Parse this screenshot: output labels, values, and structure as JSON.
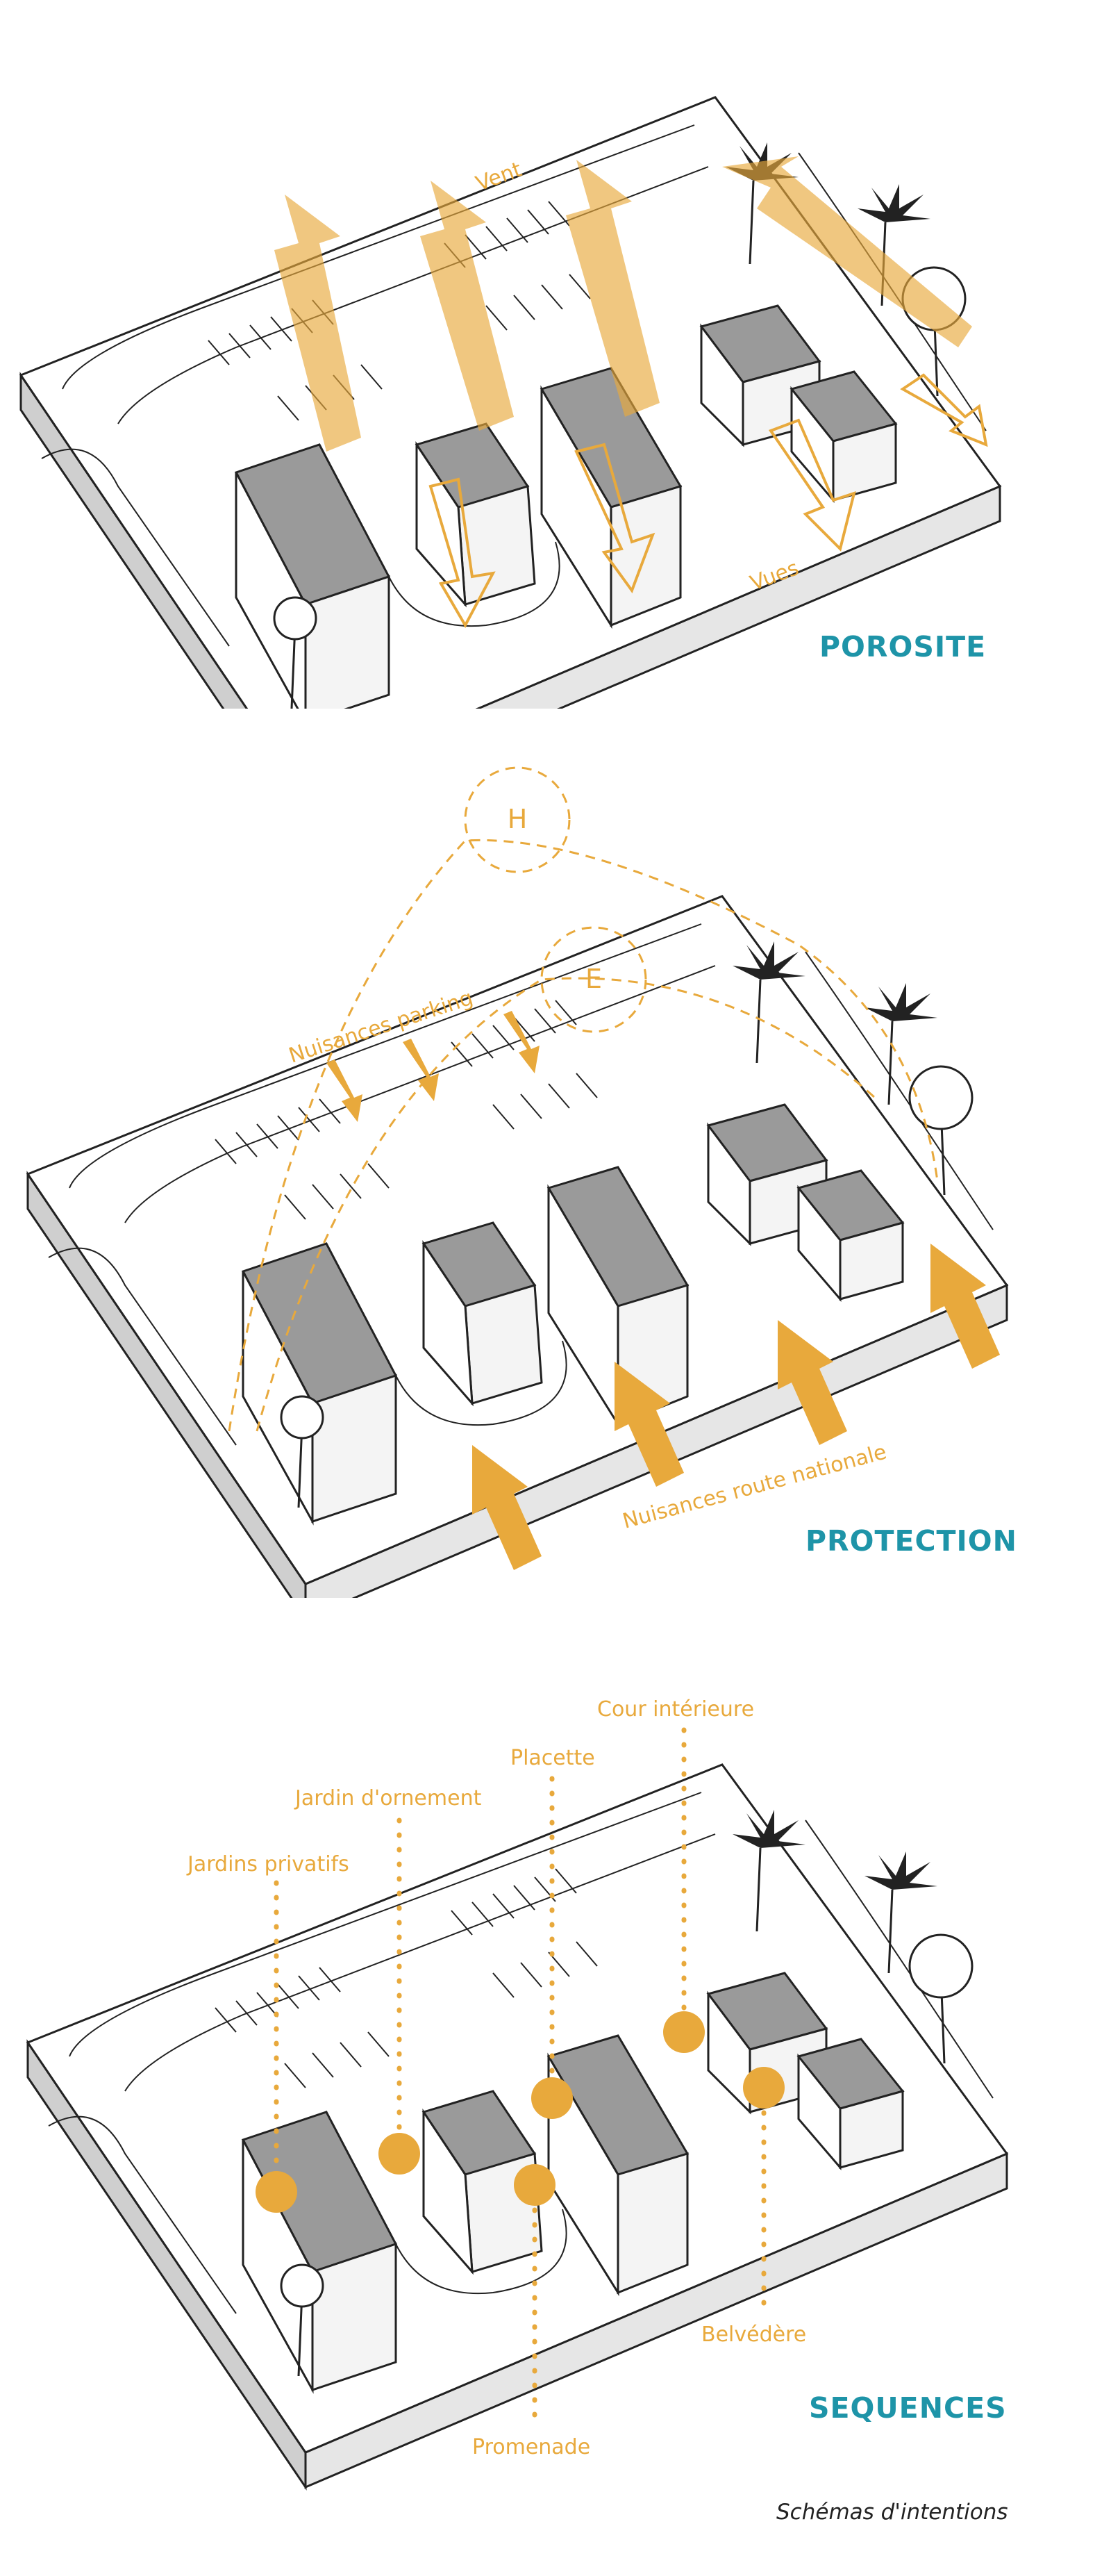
{
  "colors": {
    "accent": "#e8a93c",
    "title": "#1e94a8",
    "ink": "#222222",
    "roof": "#9a9a9a"
  },
  "panels": [
    {
      "title": "POROSITE",
      "labels": {
        "wind": "Vent",
        "views": "Vues"
      }
    },
    {
      "title": "PROTECTION",
      "labels": {
        "winter": "H",
        "summer": "E",
        "parking": "Nuisances parking",
        "road": "Nuisances route nationale"
      }
    },
    {
      "title": "SEQUENCES",
      "labels": {
        "private_gardens": "Jardins privatifs",
        "ornament_garden": "Jardin d'ornement",
        "small_square": "Placette",
        "inner_court": "Cour intérieure",
        "belvedere": "Belvédère",
        "promenade": "Promenade"
      }
    }
  ],
  "caption": "Schémas d'intentions"
}
